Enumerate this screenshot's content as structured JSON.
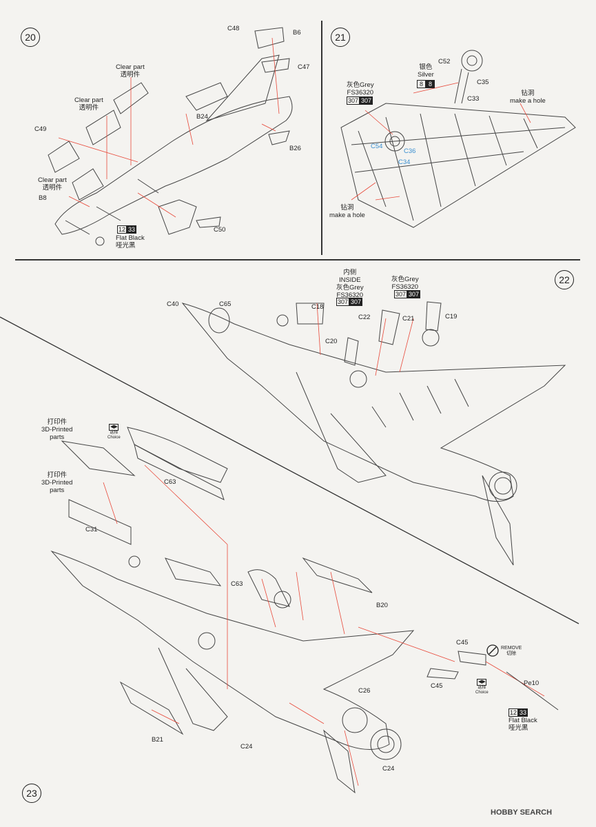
{
  "steps": [
    "20",
    "21",
    "22",
    "23"
  ],
  "step20": {
    "C48": "C48",
    "B6": "B6",
    "C47": "C47",
    "clear1_en": "Clear part",
    "clear1_cn": "透明件",
    "clear2_en": "Clear part",
    "clear2_cn": "透明件",
    "clear3_en": "Clear part",
    "clear3_cn": "透明件",
    "C49": "C49",
    "B24": "B24",
    "B26": "B26",
    "B8": "B8",
    "C50": "C50",
    "paint_a": "12",
    "paint_b": "33",
    "paint_en": "Flat Black",
    "paint_cn": "哑光黑"
  },
  "step21": {
    "silver_cn": "银色",
    "silver_en": "Silver",
    "silver_a": "8",
    "silver_b": "8",
    "C52": "C52",
    "C35": "C35",
    "C33": "C33",
    "grey_cn": "灰色Grey",
    "grey_fs": "FS36320",
    "grey_a": "307",
    "grey_b": "307",
    "hole1_cn": "钻洞",
    "hole1_en": "make a hole",
    "hole2_cn": "钻洞",
    "hole2_en": "make a hole",
    "C54": "C54",
    "C36": "C36",
    "C34": "C34"
  },
  "step22": {
    "inside_cn": "内侧",
    "inside_en": "INSIDE",
    "inside_grey": "灰色Grey",
    "inside_fs": "FS36320",
    "inside_a": "307",
    "inside_b": "307",
    "grey_cn": "灰色Grey",
    "grey_fs": "FS36320",
    "grey_a": "307",
    "grey_b": "307",
    "C40": "C40",
    "C65": "C65",
    "C18": "C18",
    "C22": "C22",
    "C21": "C21",
    "C19": "C19",
    "C20": "C20"
  },
  "step23": {
    "print1_cn": "打印件",
    "print1_en1": "3D-Printed",
    "print1_en2": "parts",
    "print2_cn": "打印件",
    "print2_en1": "3D-Printed",
    "print2_en2": "parts",
    "choice_cn": "选择",
    "choice_en": "Choice",
    "choice2_cn": "选择",
    "choice2_en": "Choice",
    "C63a": "C63",
    "C63b": "C63",
    "C31": "C31",
    "B20": "B20",
    "C45a": "C45",
    "C45b": "C45",
    "remove_en": "REMOVE",
    "remove_cn": "切除",
    "Pe10": "Pe10",
    "paint_a": "12",
    "paint_b": "33",
    "paint_en": "Flat Black",
    "paint_cn": "哑光黑",
    "C26": "C26",
    "B21": "B21",
    "C24a": "C24",
    "C24b": "C24"
  },
  "watermark": "HOBBY SEARCH",
  "colors": {
    "leader": "#e8493a",
    "ink": "#333333",
    "blue_label": "#3a8fd0"
  }
}
